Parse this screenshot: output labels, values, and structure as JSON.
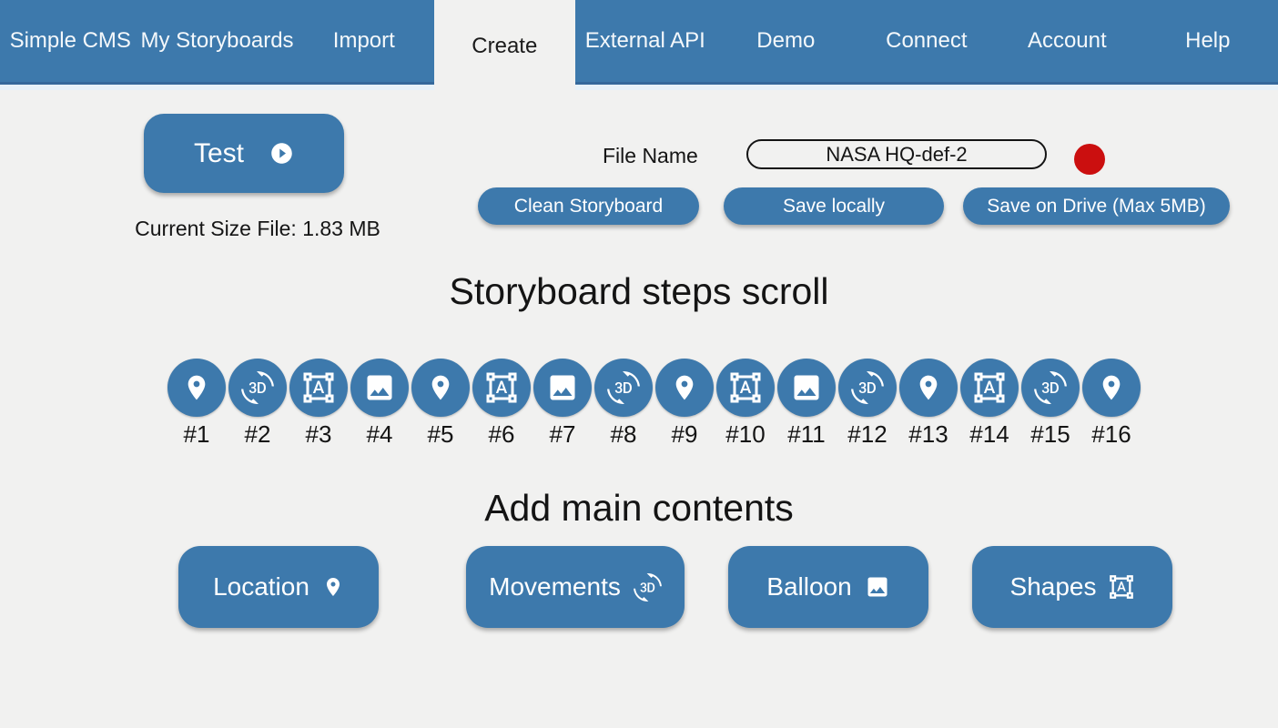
{
  "nav": {
    "items": [
      {
        "label": "Simple CMS",
        "active": false
      },
      {
        "label": "My Storyboards",
        "active": false
      },
      {
        "label": "Import",
        "active": false
      },
      {
        "label": "Create",
        "active": true
      },
      {
        "label": "External API",
        "active": false
      },
      {
        "label": "Demo",
        "active": false
      },
      {
        "label": "Connect",
        "active": false
      },
      {
        "label": "Account",
        "active": false
      },
      {
        "label": "Help",
        "active": false
      }
    ]
  },
  "header": {
    "test_button": "Test",
    "current_size_label": "Current Size File:",
    "current_size_value": "1.83 MB",
    "file_name_label": "File Name",
    "file_name_value": "NASA HQ-def-2",
    "clean_button": "Clean Storyboard",
    "save_locally_button": "Save locally",
    "save_drive_button": "Save on Drive (Max 5MB)"
  },
  "steps": {
    "title": "Storyboard steps scroll",
    "items": [
      {
        "label": "#1",
        "icon": "location"
      },
      {
        "label": "#2",
        "icon": "3d-rotation"
      },
      {
        "label": "#3",
        "icon": "format-shapes"
      },
      {
        "label": "#4",
        "icon": "image"
      },
      {
        "label": "#5",
        "icon": "location"
      },
      {
        "label": "#6",
        "icon": "format-shapes"
      },
      {
        "label": "#7",
        "icon": "image"
      },
      {
        "label": "#8",
        "icon": "3d-rotation"
      },
      {
        "label": "#9",
        "icon": "location"
      },
      {
        "label": "#10",
        "icon": "format-shapes"
      },
      {
        "label": "#11",
        "icon": "image"
      },
      {
        "label": "#12",
        "icon": "3d-rotation"
      },
      {
        "label": "#13",
        "icon": "location"
      },
      {
        "label": "#14",
        "icon": "format-shapes"
      },
      {
        "label": "#15",
        "icon": "3d-rotation"
      },
      {
        "label": "#16",
        "icon": "location"
      }
    ]
  },
  "main_contents": {
    "title": "Add main contents",
    "buttons": [
      {
        "label": "Location",
        "icon": "location"
      },
      {
        "label": "Movements",
        "icon": "3d-rotation"
      },
      {
        "label": "Balloon",
        "icon": "image"
      },
      {
        "label": "Shapes",
        "icon": "format-shapes"
      }
    ]
  },
  "colors": {
    "nav_blue": "#3d79ac",
    "button_blue": "#3d79ac",
    "background": "#f1f1f0",
    "status_red": "#cb0f0f"
  }
}
